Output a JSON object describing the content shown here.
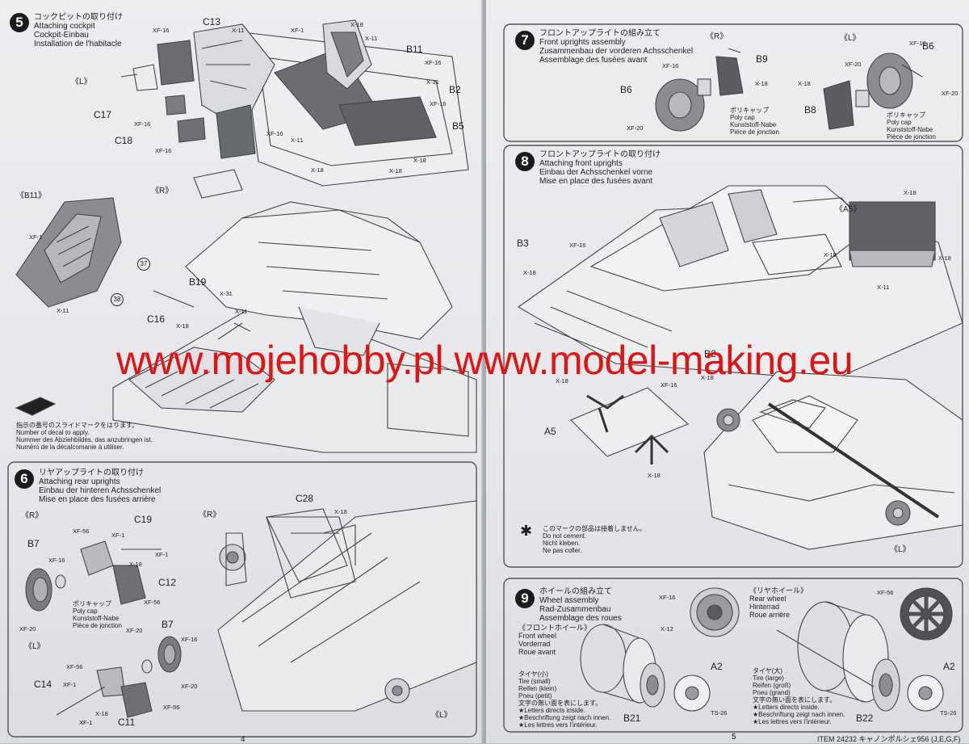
{
  "watermark": "www.mojehobby.pl www.model-making.eu",
  "step5": {
    "num": "5",
    "jp": "コックピットの取り付け",
    "en": "Attaching cockpit",
    "de": "Cockpit-Einbau",
    "fr": "Installation de l'habitacle",
    "labels": {
      "C13": "C13",
      "B11": "B11",
      "B2": "B2",
      "B5": "B5",
      "C17": "C17",
      "C18": "C18",
      "L": "《L》",
      "R": "《R》",
      "B11_detail": "《B11》",
      "B19": "B19",
      "C16": "C16",
      "XF16": "XF-16",
      "X11": "X-11",
      "X18": "X-18",
      "XF1": "XF-1",
      "X31": "X-31"
    },
    "decal_37": "37",
    "decal_38": "38",
    "decal_note": {
      "jp": "指示の番号のスライドマークをはります。",
      "en": "Number of decal to apply.",
      "de": "Nummer des Abziehbildes, das anzubringen ist.",
      "fr": "Numéro de la décalcomanie à utiliser."
    }
  },
  "step6": {
    "num": "6",
    "jp": "リヤアップライトの取り付け",
    "en": "Attaching rear uprights",
    "de": "Einbau der hinteren Achsschenkel",
    "fr": "Mise en place des fusées arrière",
    "labels": {
      "R": "《R》",
      "L": "《L》",
      "B7": "B7",
      "C19": "C19",
      "C12": "C12",
      "C28": "C28",
      "C14": "C14",
      "C11": "C11",
      "XF56": "XF-56",
      "XF1": "XF-1",
      "XF16": "XF-16",
      "X18": "X-18",
      "XF20": "XF-20"
    },
    "polycap": {
      "jp": "ポリキャップ",
      "en": "Poly cap",
      "de": "Kunststoff-Nabe",
      "fr": "Pièce de jonction"
    }
  },
  "step7": {
    "num": "7",
    "jp": "フロントアップライトの組み立て",
    "en": "Front uprights assembly",
    "de": "Zusammenbau der vorderen Achsschenkel",
    "fr": "Assemblage des fusées avant",
    "labels": {
      "R": "《R》",
      "L": "《L》",
      "B9": "B9",
      "B6": "B6",
      "B8": "B8",
      "XF16": "XF-16",
      "XF20": "XF-20",
      "X18": "X-18"
    },
    "polycap": {
      "jp": "ポリキャップ",
      "en": "Poly cap",
      "de": "Kunststoff-Nabe",
      "fr": "Pièce de jonction"
    }
  },
  "step8": {
    "num": "8",
    "jp": "フロントアップライトの取り付け",
    "en": "Attaching front uprights",
    "de": "Einbau der Achsschenkel vorne",
    "fr": "Mise en place des fusées avant",
    "labels": {
      "A5_detail": "《A5》",
      "B3": "B3",
      "A5": "A5",
      "B2": "B2",
      "L": "《L》",
      "XF16": "XF-16",
      "X18": "X-18",
      "X11": "X-11"
    },
    "nocement": {
      "jp": "このマークの部品は接着しません。",
      "en": "Do not cement.",
      "de": "Nicht kleben.",
      "fr": "Ne pas coller."
    }
  },
  "step9": {
    "num": "9",
    "jp": "ホイールの組み立て",
    "en": "Wheel assembly",
    "de": "Rad-Zusammenbau",
    "fr": "Assemblage des roues",
    "front": {
      "jp": "《フロントホイール》",
      "en": "Front wheel",
      "de": "Vorderrad",
      "fr": "Roue avant"
    },
    "rear": {
      "jp": "《リヤホイール》",
      "en": "Rear wheel",
      "de": "Hinterrad",
      "fr": "Roue arrière"
    },
    "tire_small": {
      "jp": "タイヤ(小)",
      "en": "Tire (small)",
      "de": "Reifen (klein)",
      "fr": "Pneu (petit)"
    },
    "tire_large": {
      "jp": "タイヤ(大)",
      "en": "Tire (large)",
      "de": "Reifen (groß)",
      "fr": "Pneu (grand)"
    },
    "letters": {
      "jp": "文字の無い面を表にします。",
      "en": "★Letters directs inside.",
      "de": "★Beschriftung zeigt nach innen.",
      "fr": "★Les lettres vers l'intérieur."
    },
    "labels": {
      "XF16": "XF-16",
      "X12": "X-12",
      "XF56": "XF-56",
      "A2": "A2",
      "B21": "B21",
      "B22": "B22",
      "TS26": "TS-26"
    }
  },
  "footer": {
    "left_page": "4",
    "right_page": "5",
    "item": "ITEM 24232 キャノンポルシェ956 (J,E,G,F)"
  }
}
